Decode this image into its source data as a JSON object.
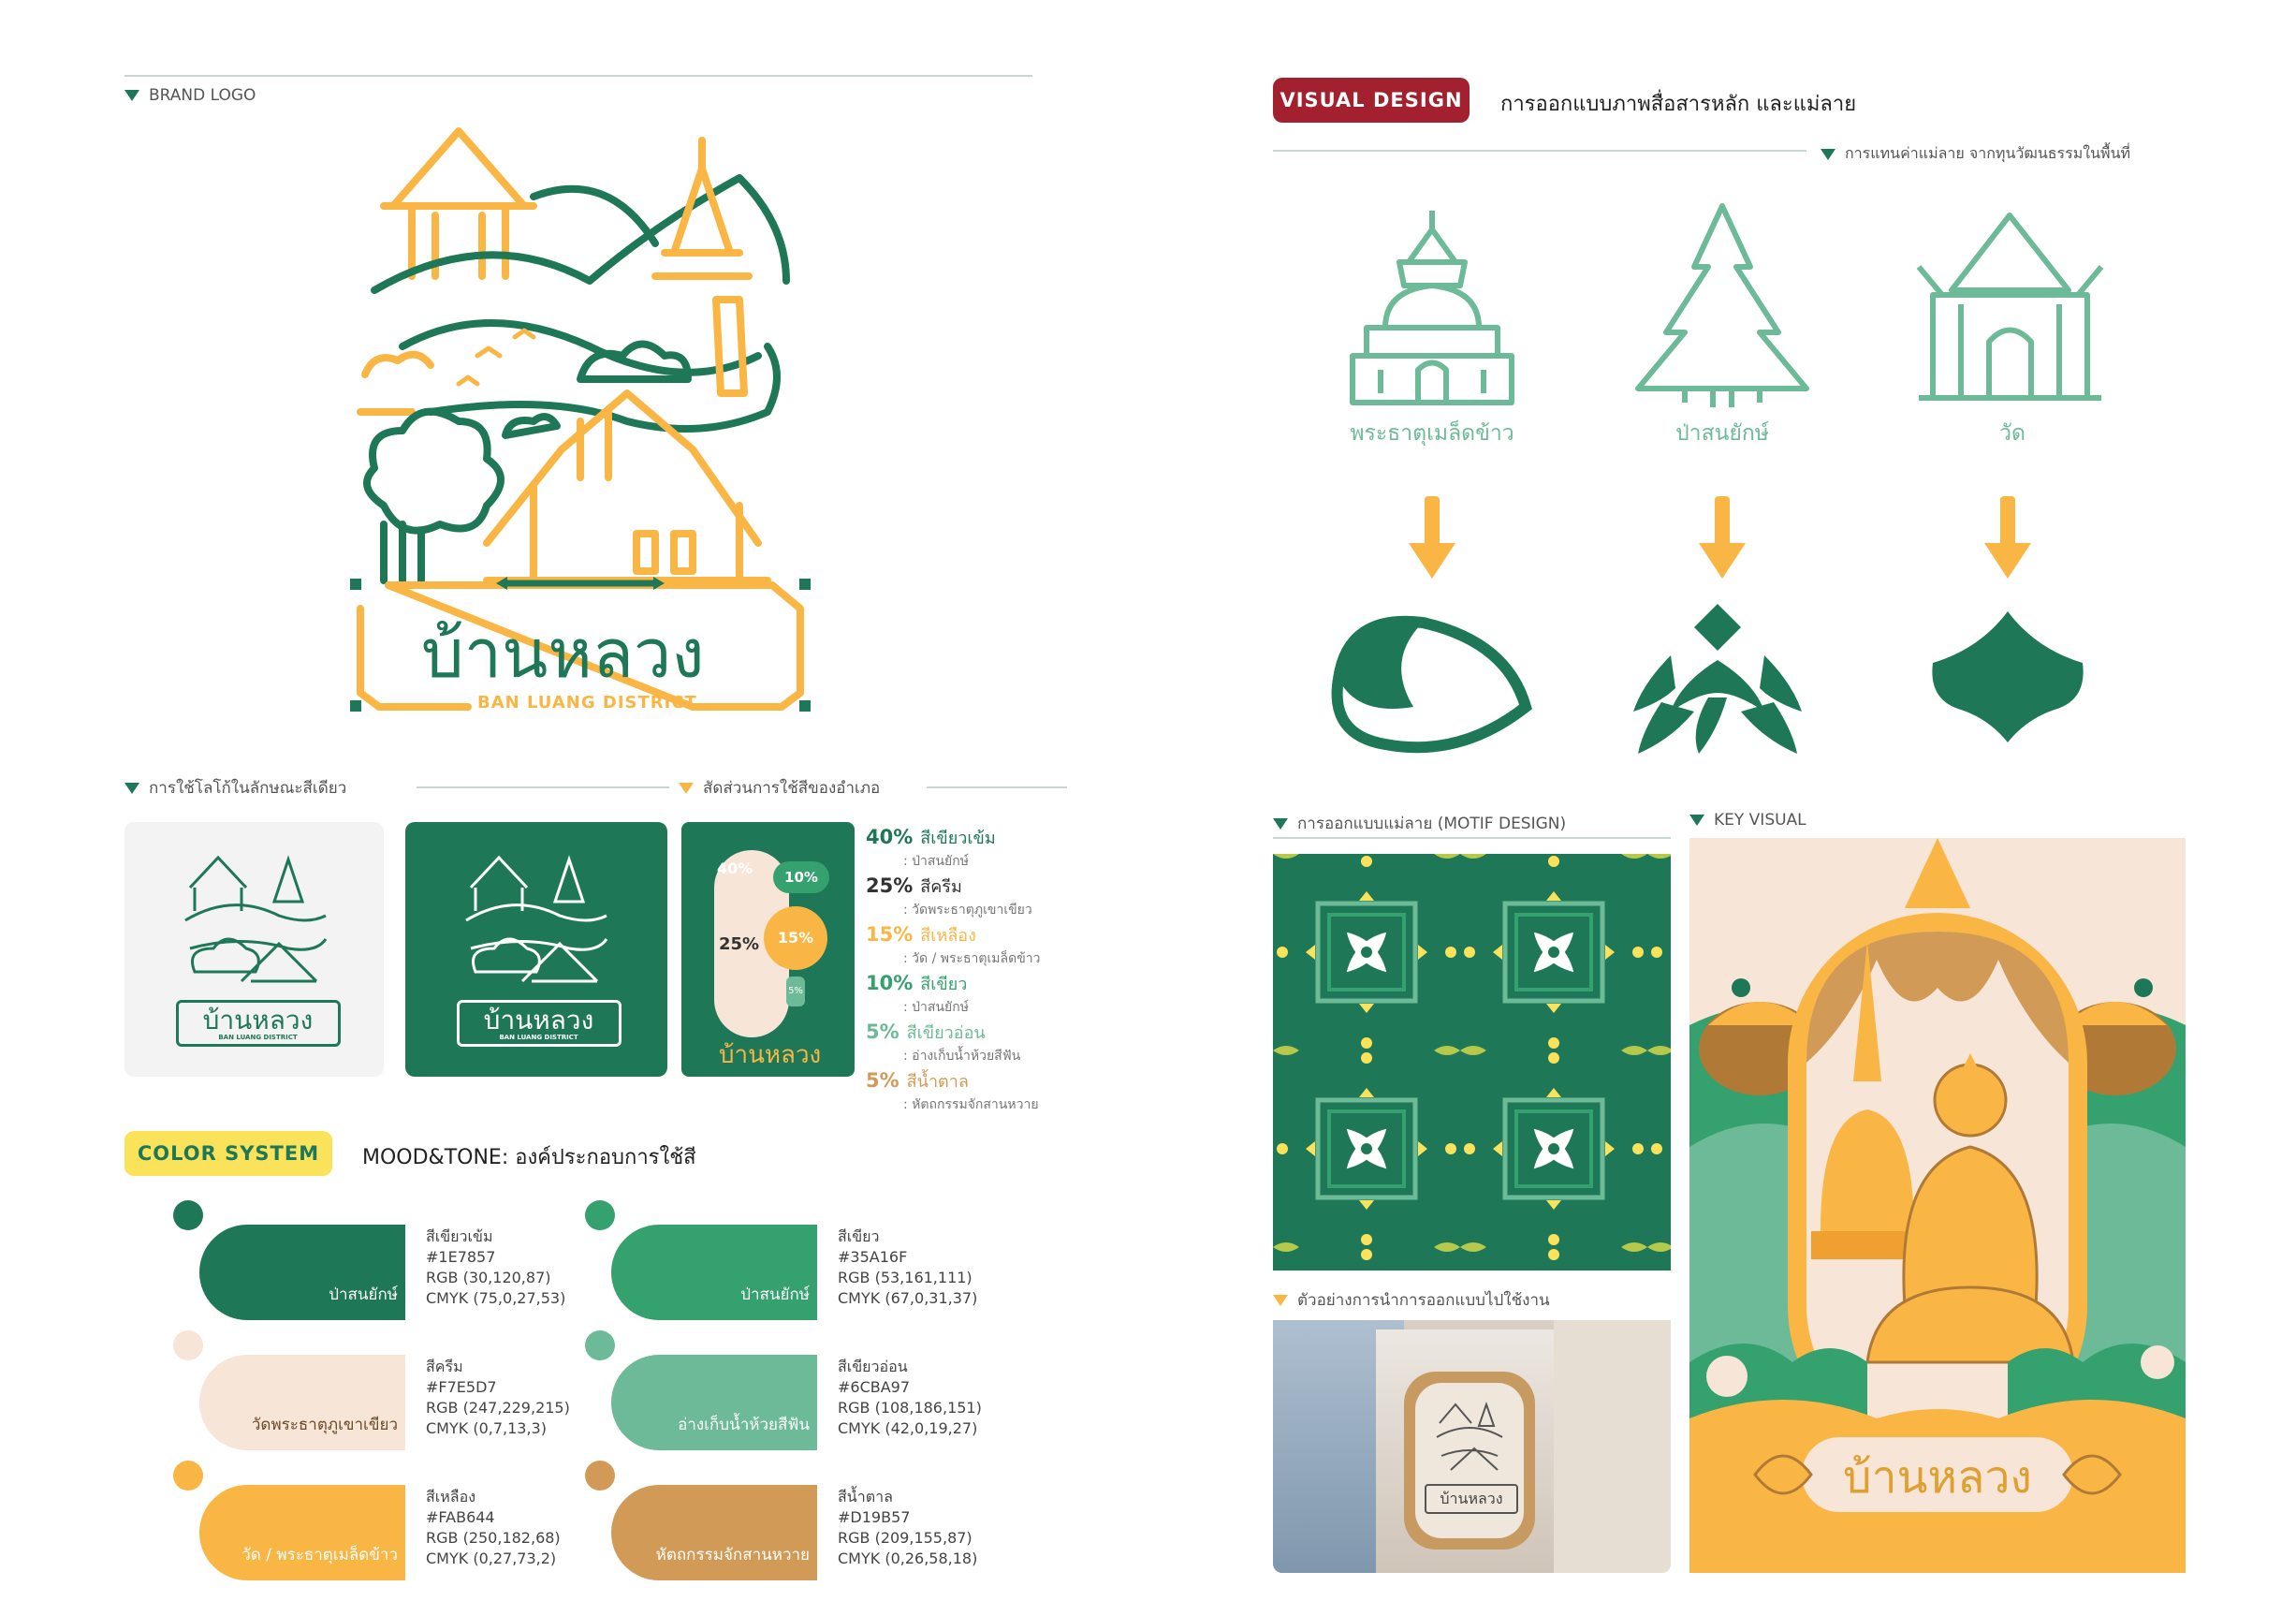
{
  "left_page": {
    "brand_logo_label": "BRAND LOGO",
    "logo_title": "บ้านหลวง",
    "logo_subtitle": "BAN LUANG DISTRICT",
    "mono_label": "การใช้โลโก้ในลักษณะสีเดียว",
    "ratio_label": "สัดส่วนการใช้สีของอำเภอ",
    "card_logo_text": "บ้านหลวง",
    "card_logo_sub": "BAN LUANG DISTRICT",
    "ratio_chart_logo": "บ้านหลวง",
    "ratio_bubbles": {
      "a": "40%",
      "b": "10%",
      "c": "25%",
      "d": "15%",
      "e": "5%"
    },
    "usage": [
      {
        "pct": "40%",
        "name": "สีเขียวเข้ม",
        "desc": ": ป่าสนยักษ์",
        "color": "#1E7857"
      },
      {
        "pct": "25%",
        "name": "สีครีม",
        "desc": ": วัดพระธาตุภูเขาเขียว",
        "color": "#333333"
      },
      {
        "pct": "15%",
        "name": "สีเหลือง",
        "desc": ": วัด / พระธาตุเมล็ดข้าว",
        "color": "#FAB644"
      },
      {
        "pct": "10%",
        "name": "สีเขียว",
        "desc": ": ป่าสนยักษ์",
        "color": "#35A16F"
      },
      {
        "pct": "5%",
        "name": "สีเขียวอ่อน",
        "desc": ": อ่างเก็บน้ำห้วยสีฟัน",
        "color": "#6CBA97"
      },
      {
        "pct": "5%",
        "name": "สีน้ำตาล",
        "desc": ": หัตถกรรมจักสานหวาย",
        "color": "#D19B57"
      }
    ],
    "color_system_badge": "COLOR SYSTEM",
    "mood_tone": "MOOD&TONE: องค์ประกอบการใช้สี",
    "swatches": [
      {
        "label": "ป่าสนยักษ์",
        "name": "สีเขียวเข้ม",
        "hex": "#1E7857",
        "rgb": "RGB (30,120,87)",
        "cmyk": "CMYK (75,0,27,53)"
      },
      {
        "label": "ป่าสนยักษ์",
        "name": "สีเขียว",
        "hex": "#35A16F",
        "rgb": "RGB (53,161,111)",
        "cmyk": "CMYK (67,0,31,37)"
      },
      {
        "label": "วัดพระธาตุภูเขาเขียว",
        "name": "สีครีม",
        "hex": "#F7E5D7",
        "rgb": "RGB (247,229,215)",
        "cmyk": "CMYK (0,7,13,3)"
      },
      {
        "label": "อ่างเก็บน้ำห้วยสีฟัน",
        "name": "สีเขียวอ่อน",
        "hex": "#6CBA97",
        "rgb": "RGB (108,186,151)",
        "cmyk": "CMYK (42,0,19,27)"
      },
      {
        "label": "วัด / พระธาตุเมล็ดข้าว",
        "name": "สีเหลือง",
        "hex": "#FAB644",
        "rgb": "RGB (250,182,68)",
        "cmyk": "CMYK (0,27,73,2)"
      },
      {
        "label": "หัตถกรรมจักสานหวาย",
        "name": "สีน้ำตาล",
        "hex": "#D19B57",
        "rgb": "RGB (209,155,87)",
        "cmyk": "CMYK (0,26,58,18)"
      }
    ]
  },
  "right_page": {
    "badge": "VISUAL DESIGN",
    "title": "การออกแบบภาพสื่อสารหลัก และแม่ลาย",
    "sub_label": "การแทนค่าแม่ลาย จากทุนวัฒนธรรมในพื้นที่",
    "icons": [
      {
        "label": "พระธาตุเมล็ดข้าว"
      },
      {
        "label": "ป่าสนยักษ์"
      },
      {
        "label": "วัด"
      }
    ],
    "motif_label": "การออกแบบแม่ลาย (MOTIF DESIGN)",
    "key_visual_label": "KEY VISUAL",
    "example_label": "ตัวอย่างการนำการออกแบบไปใช้งาน",
    "sign_text": "บ้านหลวง",
    "kv_text": "บ้านหลวง"
  },
  "colors": {
    "dark_green": "#1E7857",
    "green": "#35A16F",
    "cream": "#F7E5D7",
    "light_green": "#6CBA97",
    "yellow": "#FAB644",
    "brown": "#D19B57",
    "red": "#A3202E"
  }
}
